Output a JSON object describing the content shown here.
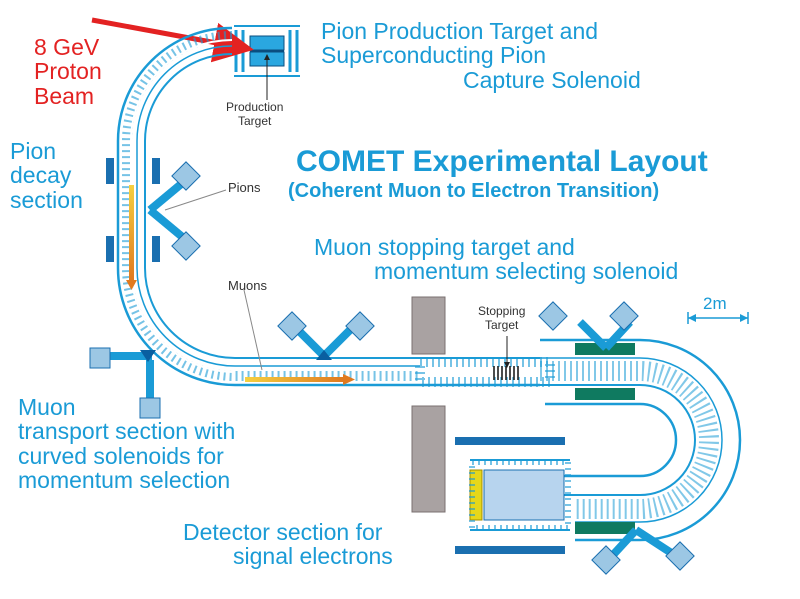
{
  "beam": {
    "lines": [
      "8 GeV",
      "Proton",
      "Beam"
    ]
  },
  "target_label": {
    "lines": [
      "Pion Production Target and",
      "Superconducting Pion",
      "Capture Solenoid"
    ]
  },
  "production_target": {
    "lines": [
      "Production",
      "Target"
    ]
  },
  "title": {
    "main": "COMET Experimental Layout",
    "sub": "(Coherent Muon to Electron Transition)"
  },
  "pion_decay": {
    "lines": [
      "Pion",
      "decay",
      "section"
    ]
  },
  "pions_label": "Pions",
  "muons_label": "Muons",
  "stopping_label": {
    "lines": [
      "Muon stopping target and",
      "momentum selecting solenoid"
    ]
  },
  "stopping_target": {
    "lines": [
      "Stopping",
      "Target"
    ]
  },
  "scale": "2m",
  "transport_label": {
    "lines": [
      "Muon",
      "transport section with",
      "curved solenoids for",
      "momentum selection"
    ]
  },
  "detector_label": {
    "lines": [
      "Detector section for",
      "signal electrons"
    ]
  },
  "colors": {
    "label": "#1a9bd6",
    "beam": "#e32222",
    "arrow": "#f0a020",
    "coil": "#1a7ec4"
  }
}
